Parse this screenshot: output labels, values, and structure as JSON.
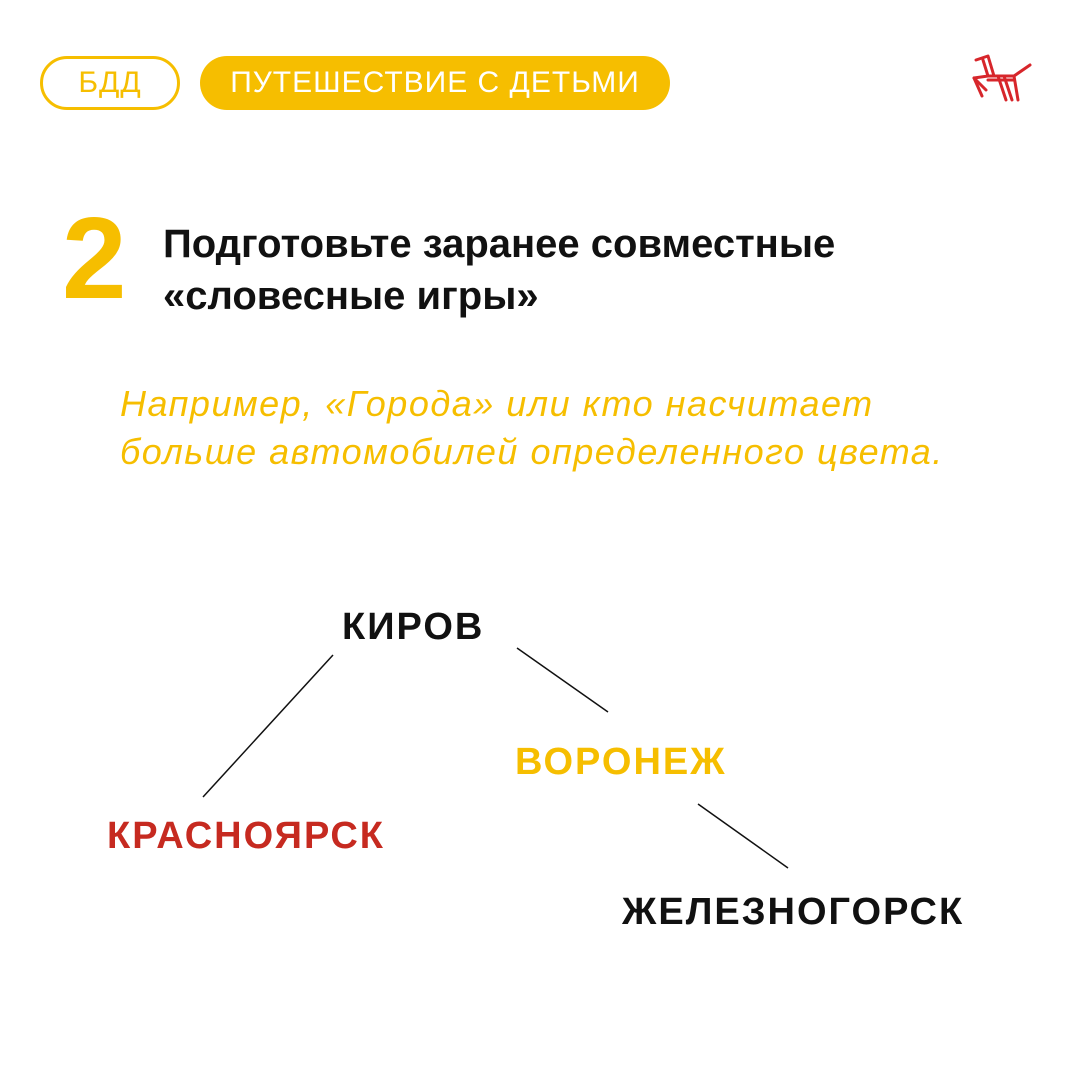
{
  "tags": {
    "category": "БДД",
    "topic": "ПУТЕШЕСТВИЕ С ДЕТЬМИ"
  },
  "logo": {
    "name": "horse-logo",
    "color": "#D7262B"
  },
  "tip": {
    "number": "2",
    "title_line1": "Подготовьте заранее совместные",
    "title_line2": "«словесные игры»",
    "example_line1": "Например, «Города» или кто насчитает",
    "example_line2": "больше автомобилей определенного цвета."
  },
  "cities": [
    {
      "name": "КИРОВ",
      "color": "#111111"
    },
    {
      "name": "ВОРОНЕЖ",
      "color": "#F6BE00"
    },
    {
      "name": "КРАСНОЯРСК",
      "color": "#C62A20"
    },
    {
      "name": "ЖЕЛЕЗНОГОРСК",
      "color": "#111111"
    }
  ],
  "colors": {
    "accent": "#F6BE00",
    "red": "#C62A20",
    "text": "#111111"
  }
}
